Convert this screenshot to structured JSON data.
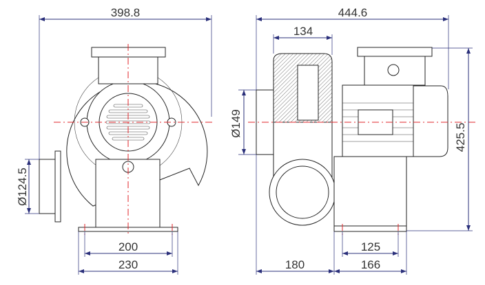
{
  "drawing": {
    "front_view": {
      "overall_width": "398.8",
      "outlet_diameter": "Ø124.5",
      "base_hole_spacing": "200",
      "base_width": "230"
    },
    "side_view": {
      "overall_length": "444.6",
      "housing_width": "134",
      "inlet_diameter": "Ø149",
      "overall_height": "425.5",
      "base_hole_spacing": "125",
      "inlet_to_base": "180",
      "base_length": "166"
    },
    "colors": {
      "dimension": "#2a2f7a",
      "centerline": "#e0242a"
    }
  }
}
